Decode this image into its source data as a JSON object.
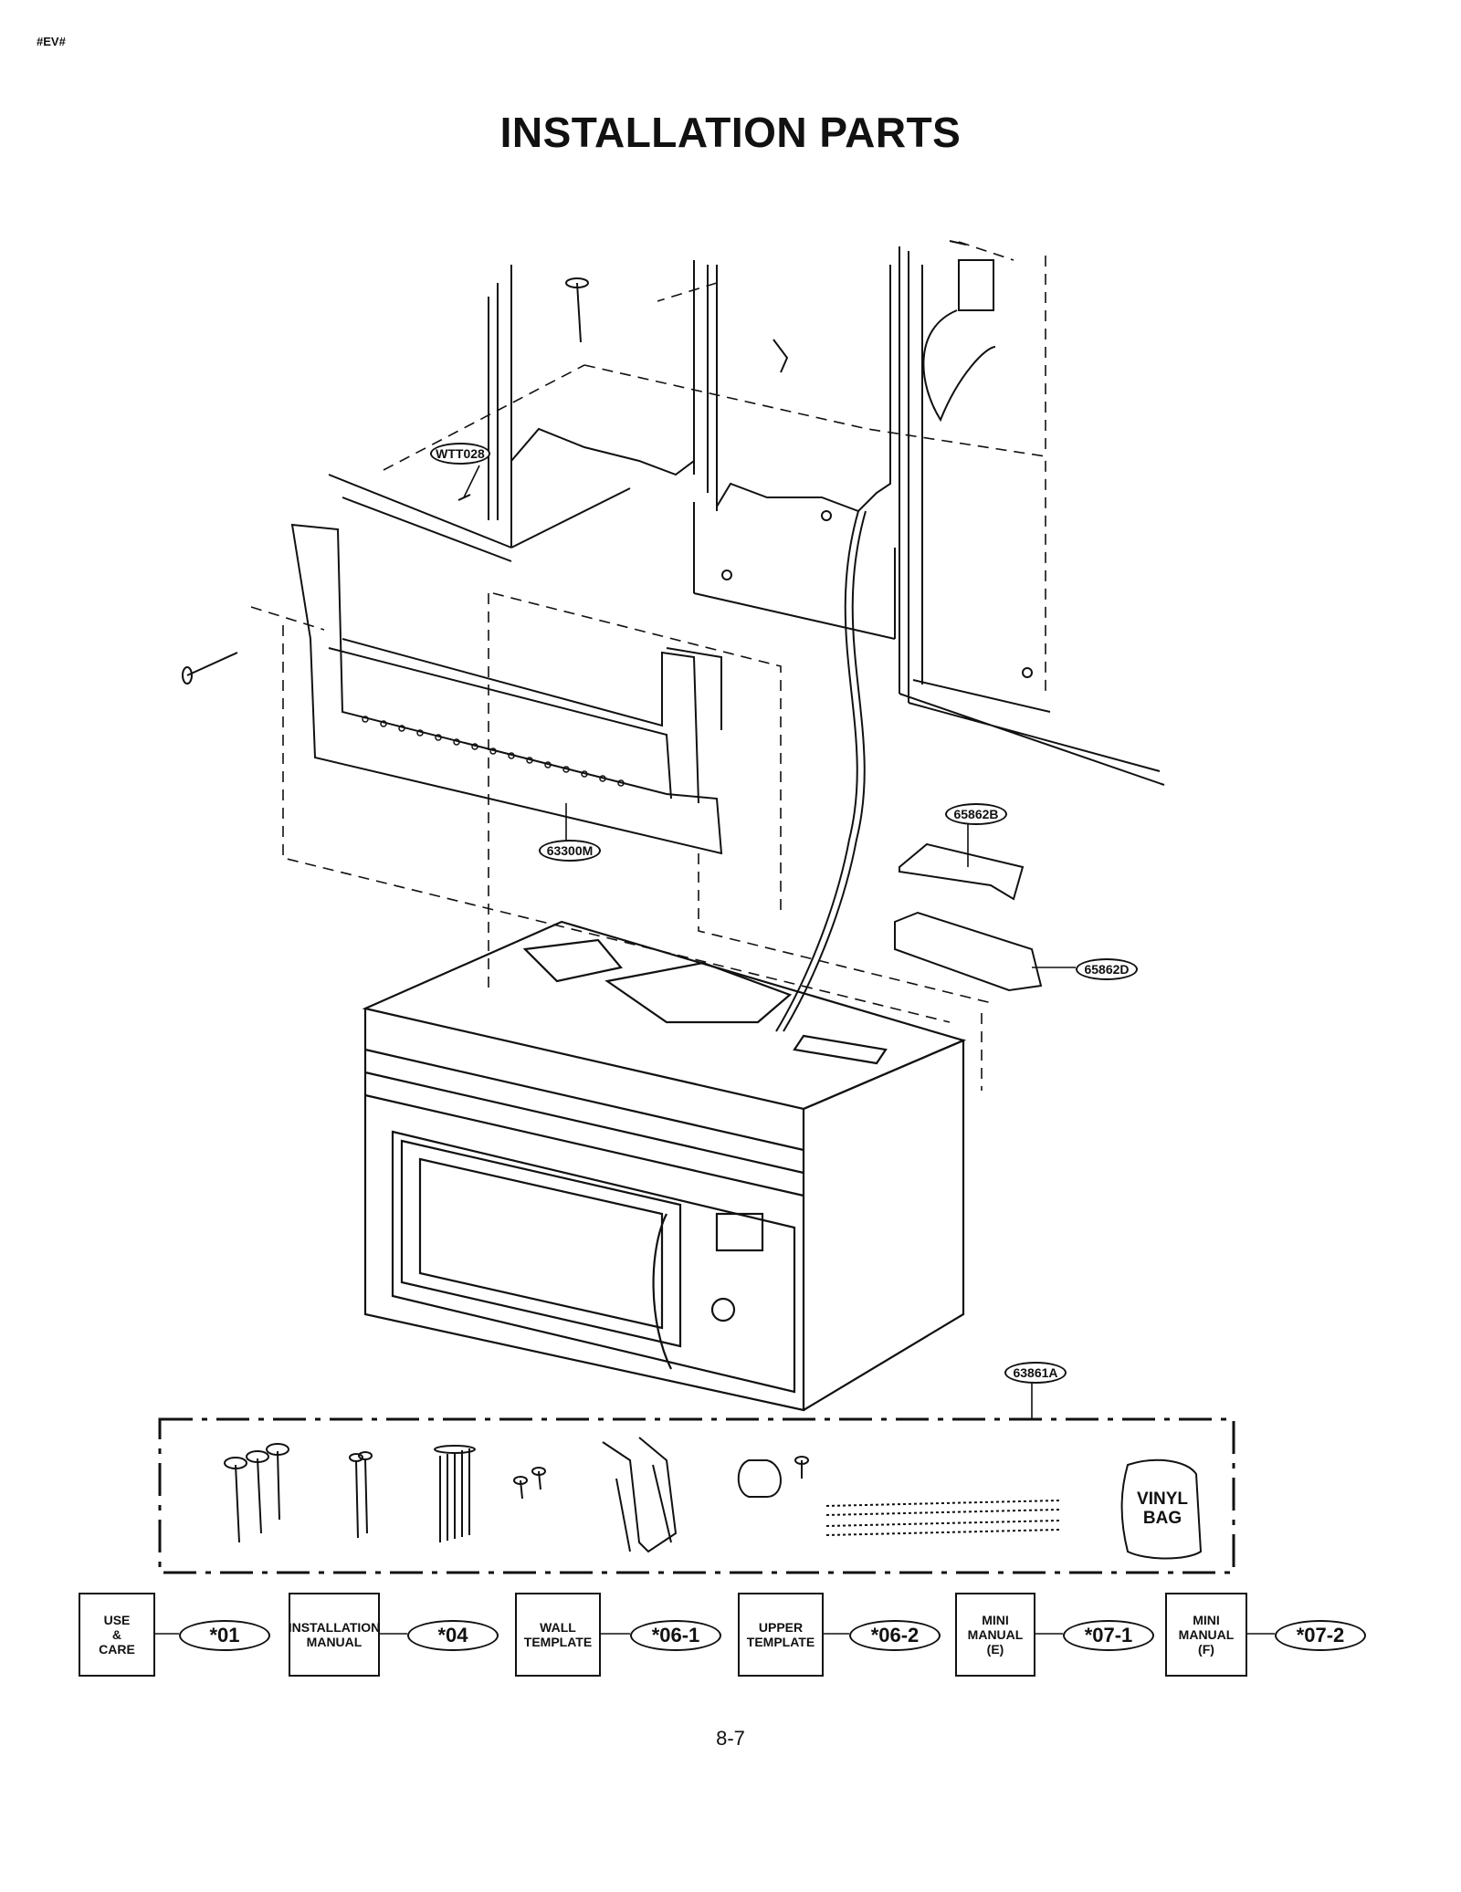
{
  "header": {
    "corner_code": "#EV#",
    "title": "INSTALLATION PARTS"
  },
  "callouts": {
    "wt028": "WTT028",
    "m63300": "63300M",
    "b65862": "65862B",
    "d65862": "65862D",
    "a63861": "63861A"
  },
  "kit": {
    "vinyl_bag_label": "VINYL\nBAG"
  },
  "documents": [
    {
      "box": "USE\n&\nCARE",
      "label": "*01"
    },
    {
      "box": "INSTALLATION\nMANUAL",
      "label": "*04"
    },
    {
      "box": "WALL\nTEMPLATE",
      "label": "*06-1"
    },
    {
      "box": "UPPER\nTEMPLATE",
      "label": "*06-2"
    },
    {
      "box": "MINI\nMANUAL\n(E)",
      "label": "*07-1"
    },
    {
      "box": "MINI\nMANUAL\n(F)",
      "label": "*07-2"
    }
  ],
  "footer": {
    "page_number": "8-7"
  }
}
